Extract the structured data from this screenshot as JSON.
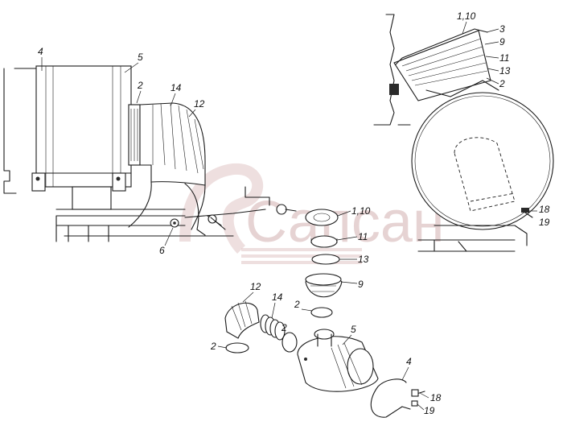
{
  "watermark": {
    "text": "Сапсан",
    "color": "#d9bcbc"
  },
  "views": {
    "left_assembly": {
      "labels": [
        "4",
        "5",
        "2",
        "14",
        "12",
        "6"
      ]
    },
    "right_detail": {
      "labels": [
        "1,10",
        "3",
        "9",
        "11",
        "13",
        "2",
        "18",
        "19"
      ]
    },
    "exploded": {
      "labels": [
        "1,10",
        "11",
        "13",
        "9",
        "12",
        "14",
        "2",
        "2",
        "5",
        "2",
        "4",
        "18",
        "19"
      ]
    }
  }
}
